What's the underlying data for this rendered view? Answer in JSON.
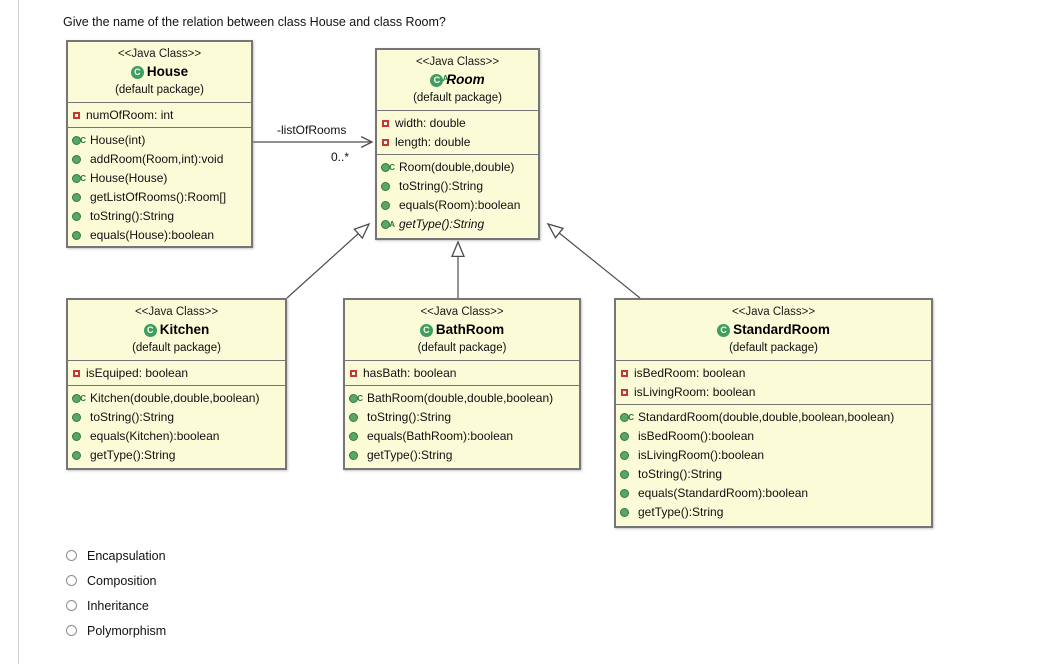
{
  "question": "Give the name of the relation between class House and class Room?",
  "icons": {
    "class_letter": "C",
    "constructor_sup": "C",
    "abstract_sup": "A"
  },
  "colors": {
    "box_fill": "#fbfbd8",
    "box_border": "#767676",
    "class_icon_green": "#3d9e5d",
    "method_green": "#5aa763",
    "field_red": "#c23b2f"
  },
  "diagram": {
    "classes": [
      {
        "stereotype": "<<Java Class>>",
        "name": "House",
        "package": "(default package)",
        "attributes": [
          {
            "text": "numOfRoom: int"
          }
        ],
        "methods": [
          {
            "kind": "constructor",
            "text": "House(int)"
          },
          {
            "kind": "public",
            "text": "addRoom(Room,int):void"
          },
          {
            "kind": "constructor",
            "text": "House(House)"
          },
          {
            "kind": "public",
            "text": "getListOfRooms():Room[]"
          },
          {
            "kind": "public",
            "text": "toString():String"
          },
          {
            "kind": "public",
            "text": "equals(House):boolean"
          }
        ]
      },
      {
        "stereotype": "<<Java Class>>",
        "name": "Room",
        "abstract": true,
        "package": "(default package)",
        "attributes": [
          {
            "text": "width: double"
          },
          {
            "text": "length: double"
          }
        ],
        "methods": [
          {
            "kind": "constructor",
            "text": "Room(double,double)"
          },
          {
            "kind": "public",
            "text": "toString():String"
          },
          {
            "kind": "public",
            "text": "equals(Room):boolean"
          },
          {
            "kind": "abstract",
            "text": "getType():String"
          }
        ]
      },
      {
        "stereotype": "<<Java Class>>",
        "name": "Kitchen",
        "package": "(default package)",
        "attributes": [
          {
            "text": "isEquiped: boolean"
          }
        ],
        "methods": [
          {
            "kind": "constructor",
            "text": "Kitchen(double,double,boolean)"
          },
          {
            "kind": "public",
            "text": "toString():String"
          },
          {
            "kind": "public",
            "text": "equals(Kitchen):boolean"
          },
          {
            "kind": "public",
            "text": "getType():String"
          }
        ]
      },
      {
        "stereotype": "<<Java Class>>",
        "name": "BathRoom",
        "package": "(default package)",
        "attributes": [
          {
            "text": "hasBath: boolean"
          }
        ],
        "methods": [
          {
            "kind": "constructor",
            "text": "BathRoom(double,double,boolean)"
          },
          {
            "kind": "public",
            "text": "toString():String"
          },
          {
            "kind": "public",
            "text": "equals(BathRoom):boolean"
          },
          {
            "kind": "public",
            "text": "getType():String"
          }
        ]
      },
      {
        "stereotype": "<<Java Class>>",
        "name": "StandardRoom",
        "package": "(default package)",
        "attributes": [
          {
            "text": "isBedRoom: boolean"
          },
          {
            "text": "isLivingRoom: boolean"
          }
        ],
        "methods": [
          {
            "kind": "constructor",
            "text": "StandardRoom(double,double,boolean,boolean)"
          },
          {
            "kind": "public",
            "text": "isBedRoom():boolean"
          },
          {
            "kind": "public",
            "text": "isLivingRoom():boolean"
          },
          {
            "kind": "public",
            "text": "toString():String"
          },
          {
            "kind": "public",
            "text": "equals(StandardRoom):boolean"
          },
          {
            "kind": "public",
            "text": "getType():String"
          }
        ]
      }
    ],
    "association": {
      "from": "House",
      "to": "Room",
      "label": "-listOfRooms",
      "multiplicity": "0..*"
    },
    "generalizations": [
      {
        "from": "Kitchen",
        "to": "Room"
      },
      {
        "from": "BathRoom",
        "to": "Room"
      },
      {
        "from": "StandardRoom",
        "to": "Room"
      }
    ]
  },
  "options": [
    {
      "label": "Encapsulation",
      "selected": false
    },
    {
      "label": "Composition",
      "selected": false
    },
    {
      "label": "Inheritance",
      "selected": false
    },
    {
      "label": "Polymorphism",
      "selected": false
    }
  ]
}
